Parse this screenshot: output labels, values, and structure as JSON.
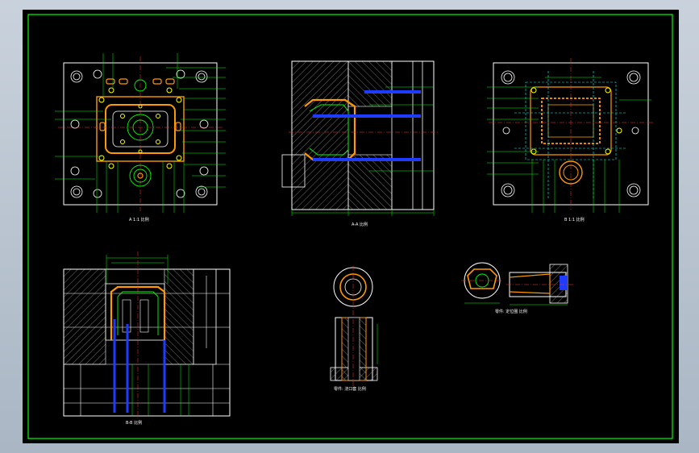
{
  "drawing": {
    "colors": {
      "background": "#000000",
      "border": "#00ff00",
      "outline": "#ffffff",
      "part": "#ff9900",
      "cooling": "#1e3cff",
      "dimension": "#00ff00",
      "center": "#ff3030",
      "hole": "#ffff00",
      "hatch": "#cfcfcf"
    },
    "views": {
      "top_left": {
        "caption": "A 1:1 比例"
      },
      "top_middle": {
        "caption": "A-A 比例"
      },
      "top_right": {
        "caption": "B 1:1 比例"
      },
      "bottom_left": {
        "caption": "B-B 比例"
      },
      "bottom_middle": {
        "caption": "零件: 浇口套 比例"
      },
      "bottom_right": {
        "caption": "零件: 定位圈 比例"
      }
    }
  }
}
